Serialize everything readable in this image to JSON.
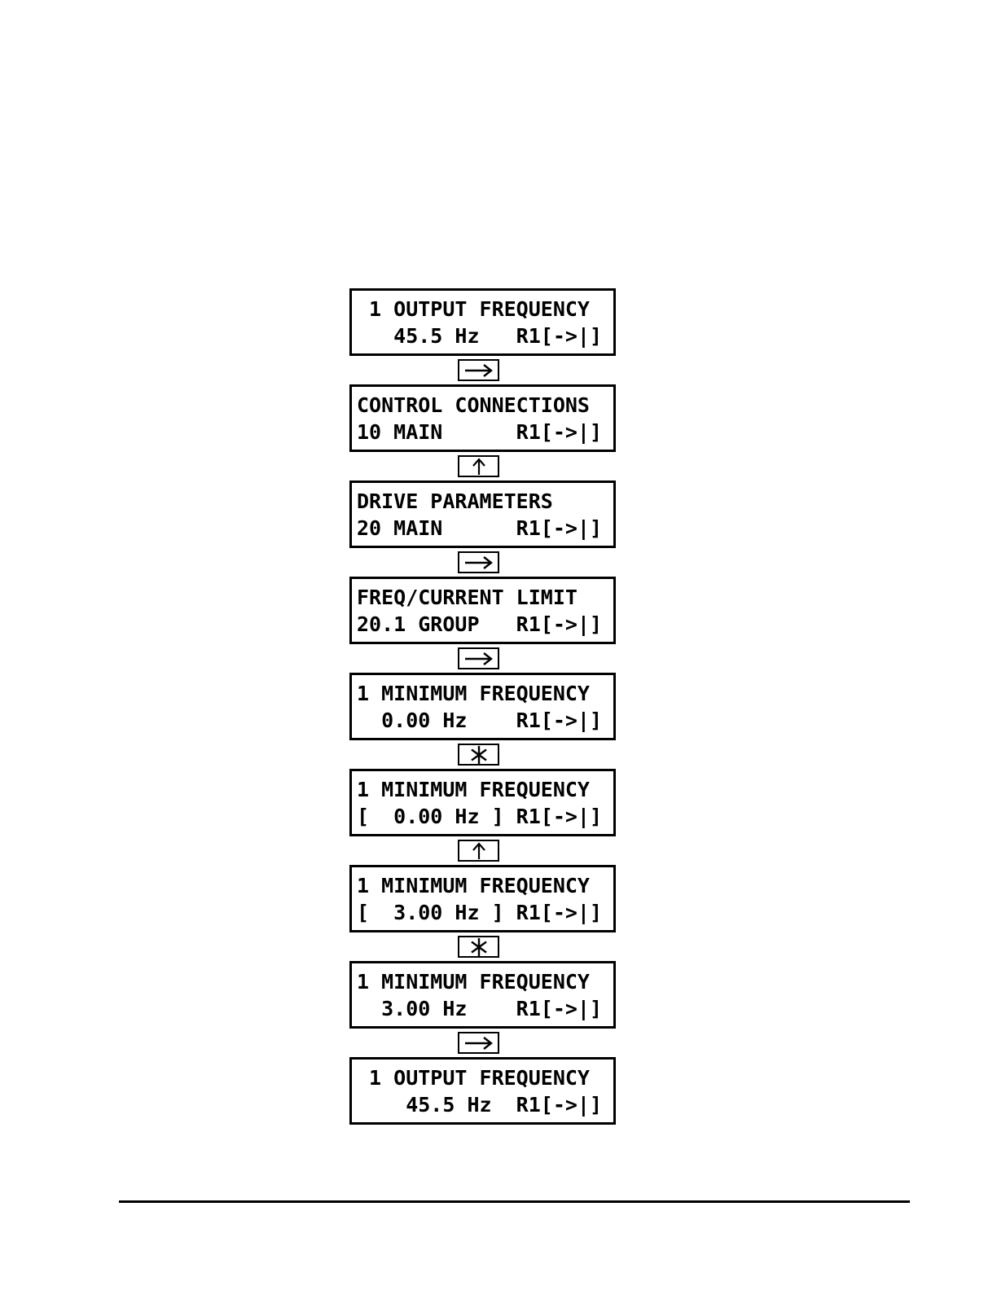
{
  "page": {
    "background_color": "#ffffff",
    "ink_color": "#000000"
  },
  "flow_diagram": {
    "description": "Control panel keypad operation sequence of LCD screens",
    "screens": [
      {
        "line1": " 1 OUTPUT FREQUENCY",
        "line2": "   45.5 Hz   R1[->|]"
      },
      {
        "line1": "CONTROL CONNECTIONS",
        "line2": "10 MAIN      R1[->|]"
      },
      {
        "line1": "DRIVE PARAMETERS",
        "line2": "20 MAIN      R1[->|]"
      },
      {
        "line1": "FREQ/CURRENT LIMIT",
        "line2": "20.1 GROUP   R1[->|]"
      },
      {
        "line1": "1 MINIMUM FREQUENCY",
        "line2": "  0.00 Hz    R1[->|]"
      },
      {
        "line1": "1 MINIMUM FREQUENCY",
        "line2": "[  0.00 Hz ] R1[->|]"
      },
      {
        "line1": "1 MINIMUM FREQUENCY",
        "line2": "[  3.00 Hz ] R1[->|]"
      },
      {
        "line1": "1 MINIMUM FREQUENCY",
        "line2": "  3.00 Hz    R1[->|]"
      },
      {
        "line1": " 1 OUTPUT FREQUENCY",
        "line2": "    45.5 Hz  R1[->|]"
      }
    ],
    "keys": [
      {
        "icon": "right-arrow-icon"
      },
      {
        "icon": "up-arrow-icon"
      },
      {
        "icon": "right-arrow-icon"
      },
      {
        "icon": "right-arrow-icon"
      },
      {
        "icon": "asterisk-icon"
      },
      {
        "icon": "up-arrow-icon"
      },
      {
        "icon": "asterisk-icon"
      },
      {
        "icon": "right-arrow-icon"
      }
    ]
  }
}
